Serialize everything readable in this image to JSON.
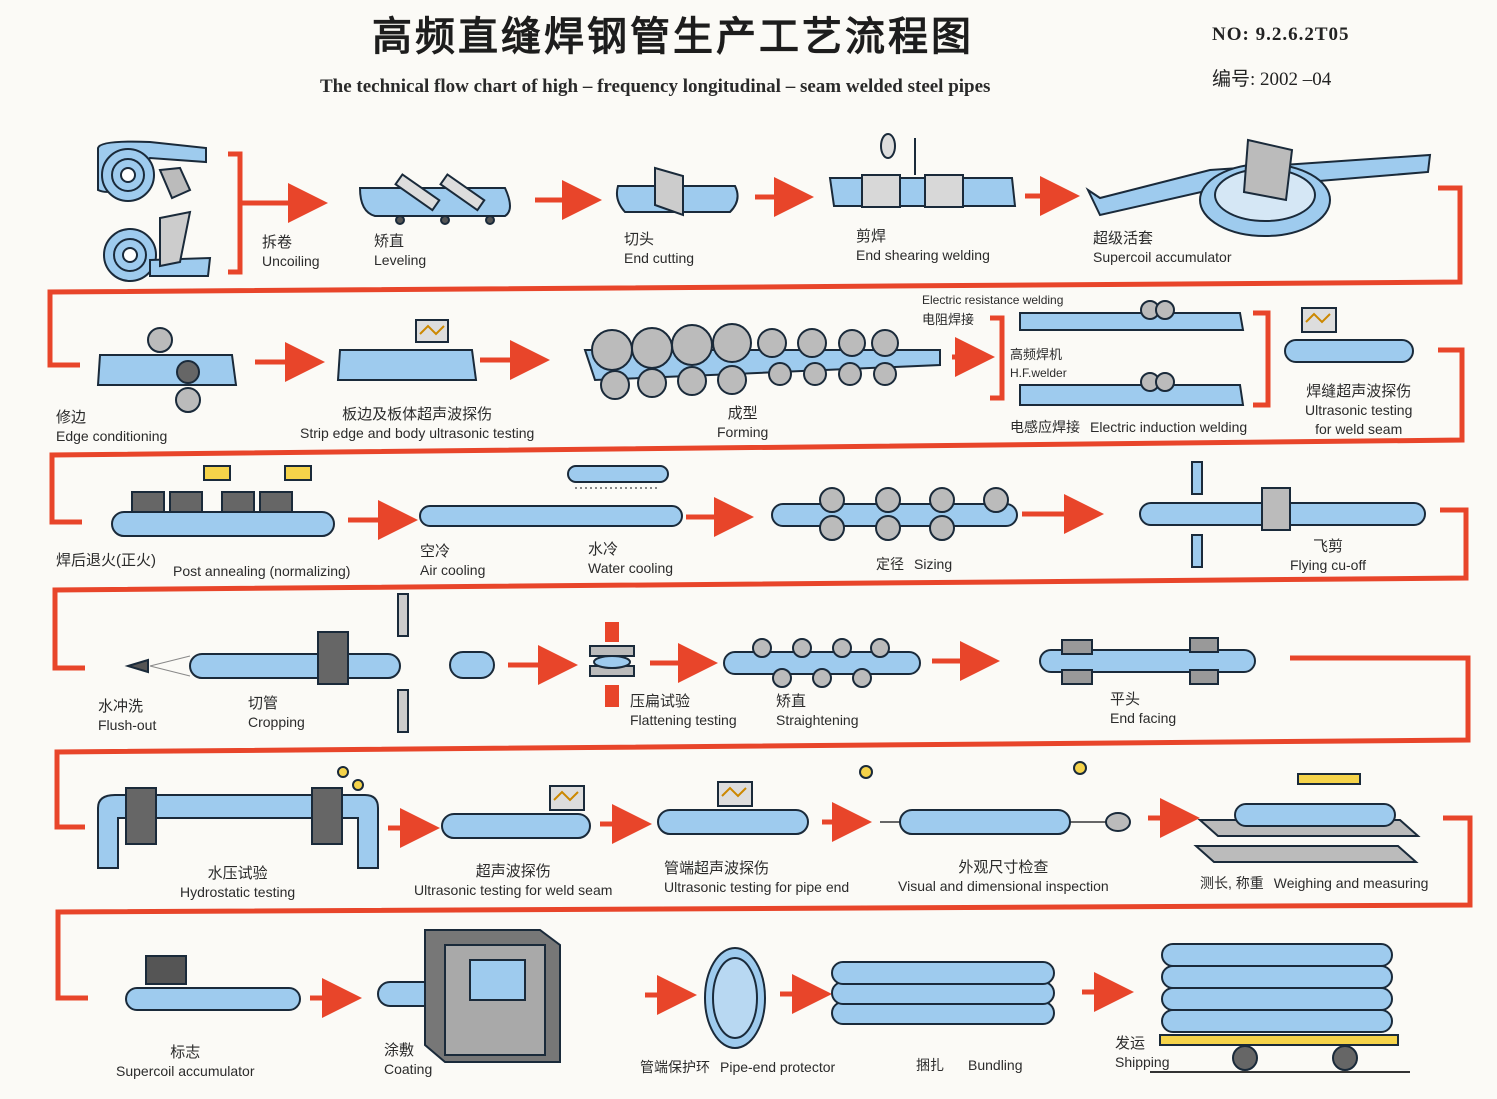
{
  "header": {
    "title_cn": "高频直缝焊钢管生产工艺流程图",
    "title_en": "The technical flow chart of high – frequency longitudinal – seam welded steel pipes",
    "doc_no": "NO: 9.2.6.2T05",
    "doc_code": "编号: 2002 –04"
  },
  "colors": {
    "pipe": "#9ecbee",
    "pipe_stroke": "#1a2a3a",
    "arrow": "#e8452a"
  },
  "steps": {
    "uncoiling": {
      "cn": "拆卷",
      "en": "Uncoiling"
    },
    "leveling": {
      "cn": "矫直",
      "en": "Leveling"
    },
    "end_cutting": {
      "cn": "切头",
      "en": "End cutting"
    },
    "end_shearing_welding": {
      "cn": "剪焊",
      "en": "End shearing welding"
    },
    "supercoil_accumulator_1": {
      "cn": "超级活套",
      "en": "Supercoil accumulator"
    },
    "edge_conditioning": {
      "cn": "修边",
      "en": "Edge conditioning"
    },
    "strip_testing": {
      "cn": "板边及板体超声波探伤",
      "en": "Strip edge and body ultrasonic  testing"
    },
    "forming": {
      "cn": "成型",
      "en": "Forming"
    },
    "resistance_welding": {
      "en": "Electric resistance welding",
      "cn": "电阻焊接"
    },
    "hf_welder": {
      "cn": "高频焊机",
      "en": "H.F.welder"
    },
    "induction_welding": {
      "cn": "电感应焊接",
      "en": "Electric induction welding"
    },
    "ut_weld_seam_1": {
      "cn": "焊缝超声波探伤",
      "en1": "Ultrasonic testing",
      "en2": "for weld seam"
    },
    "post_annealing": {
      "cn": "焊后退火(正火)",
      "en": "Post annealing (normalizing)"
    },
    "air_cooling": {
      "cn": "空冷",
      "en": "Air cooling"
    },
    "water_cooling": {
      "cn": "水冷",
      "en": "Water cooling"
    },
    "sizing": {
      "cn": "定径",
      "en": "Sizing"
    },
    "flying_cutoff": {
      "cn": "飞剪",
      "en": "Flying cu-off"
    },
    "flush_out": {
      "cn": "水冲洗",
      "en": "Flush-out"
    },
    "cropping": {
      "cn": "切管",
      "en": "Cropping"
    },
    "flattening": {
      "cn": "压扁试验",
      "en": "Flattening testing"
    },
    "straightening": {
      "cn": "矫直",
      "en": "Straightening"
    },
    "end_facing": {
      "cn": "平头",
      "en": "End facing"
    },
    "hydrostatic": {
      "cn": "水压试验",
      "en": "Hydrostatic testing"
    },
    "ut_weld_seam_2": {
      "cn": "超声波探伤",
      "en": "Ultrasonic testing for weld seam"
    },
    "ut_pipe_end": {
      "cn": "管端超声波探伤",
      "en": "Ultrasonic testing for pipe end"
    },
    "visual_inspection": {
      "cn": "外观尺寸检查",
      "en": "Visual and dimensional inspection"
    },
    "weighing": {
      "cn": "测长, 称重",
      "en": "Weighing and measuring"
    },
    "marking": {
      "cn": "标志",
      "en": "Supercoil accumulator"
    },
    "coating": {
      "cn": "涂敷",
      "en": "Coating"
    },
    "pipe_end_protector": {
      "cn": "管端保护环",
      "en": "Pipe-end protector"
    },
    "bundling": {
      "cn": "捆扎",
      "en": "Bundling"
    },
    "shipping": {
      "cn": "发运",
      "en": "Shipping"
    }
  }
}
